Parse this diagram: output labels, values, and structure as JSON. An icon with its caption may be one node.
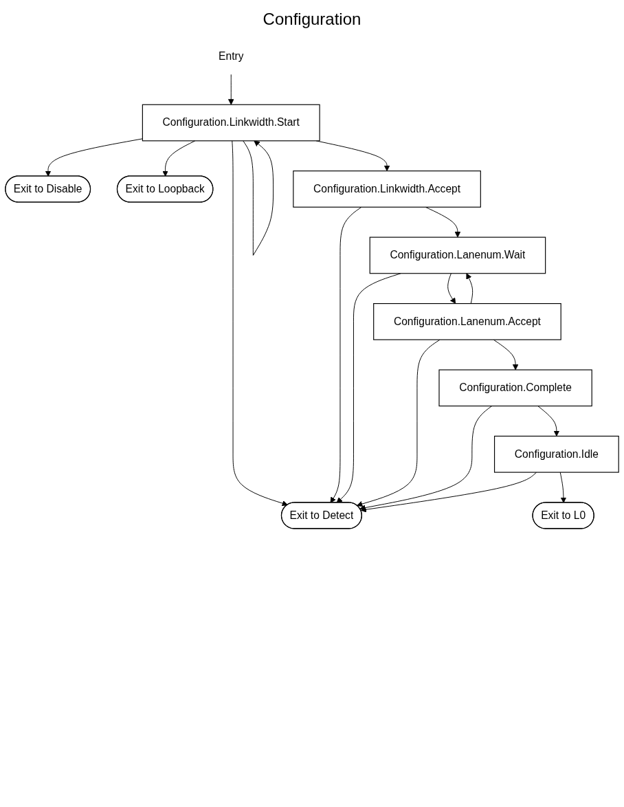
{
  "diagram": {
    "title": "Configuration",
    "nodes": [
      {
        "text": [
          "Entry"
        ]
      },
      {
        "text": [
          "Configuration.Linkwidth.Start"
        ]
      },
      {
        "text": [
          "Exit to Disable"
        ]
      },
      {
        "text": [
          "Exit to Loopback"
        ]
      },
      {
        "text": [
          "Configuration.Linkwidth.Accept"
        ]
      },
      {
        "text": [
          "Exit to Detect"
        ]
      },
      {
        "text": [
          "Configuration.Lanenum.Wait"
        ]
      },
      {
        "text": [
          "Configuration.Lanenum.Accept"
        ]
      },
      {
        "text": [
          "Configuration.Complete"
        ]
      },
      {
        "text": [
          "Configuration.Idle"
        ]
      },
      {
        "text": [
          "Exit to L0"
        ]
      }
    ],
    "edges": [
      {
        "from": 0,
        "to": 1,
        "arrow": "to"
      },
      {
        "from": 1,
        "to": 2,
        "arrow": "to"
      },
      {
        "from": 1,
        "to": 3,
        "arrow": "to"
      },
      {
        "from": 1,
        "to": 1,
        "arrow": "to"
      },
      {
        "from": 1,
        "to": 4,
        "arrow": "to"
      },
      {
        "from": 1,
        "to": 5,
        "arrow": "to"
      },
      {
        "from": 4,
        "to": 5,
        "arrow": "to"
      },
      {
        "from": 4,
        "to": 6,
        "arrow": "to"
      },
      {
        "from": 6,
        "to": 5,
        "arrow": "to"
      },
      {
        "from": 6,
        "to": 7,
        "arrow": "to"
      },
      {
        "from": 7,
        "to": 6,
        "arrow": "to"
      },
      {
        "from": 7,
        "to": 5,
        "arrow": "to"
      },
      {
        "from": 7,
        "to": 8,
        "arrow": "to"
      },
      {
        "from": 8,
        "to": 5,
        "arrow": "to"
      },
      {
        "from": 8,
        "to": 9,
        "arrow": "to"
      },
      {
        "from": 9,
        "to": 5,
        "arrow": "to"
      },
      {
        "from": 9,
        "to": 10,
        "arrow": "to"
      }
    ]
  }
}
